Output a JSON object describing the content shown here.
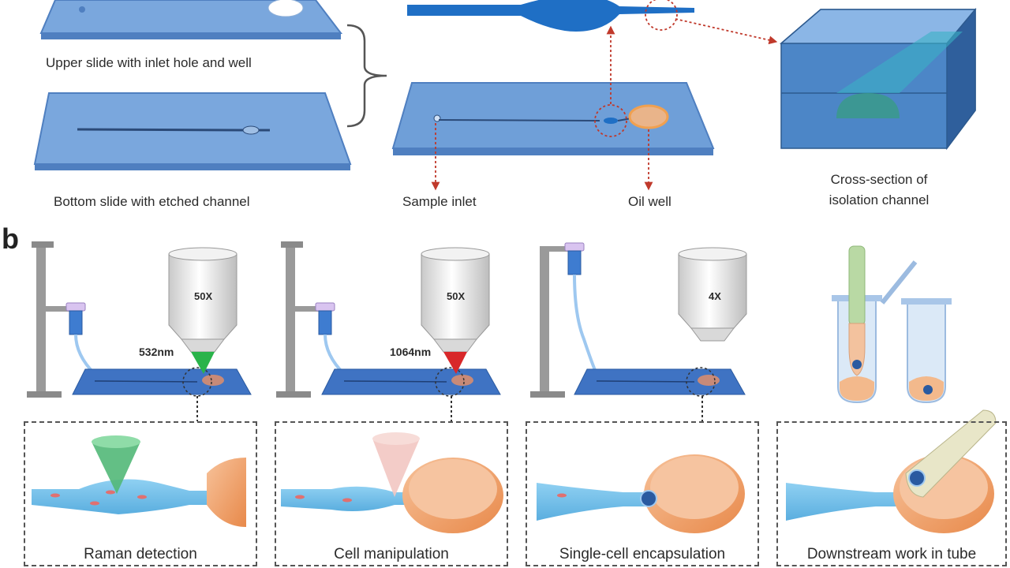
{
  "panel_a": {
    "upper_slide_label": "Upper slide with inlet hole and well",
    "bottom_slide_label": "Bottom slide with etched channel",
    "sample_inlet_label": "Sample inlet",
    "oil_well_label": "Oil well",
    "cross_section_label_line1": "Cross-section of",
    "cross_section_label_line2": "isolation channel"
  },
  "panel_b": {
    "letter": "b",
    "objectives": [
      "50X",
      "50X",
      "4X"
    ],
    "lasers": [
      "532nm",
      "1064nm"
    ],
    "captions": [
      "Raman detection",
      "Cell manipulation",
      "Single-cell encapsulation",
      "Downstream work in tube"
    ]
  },
  "colors": {
    "slide_blue": "#6f9fd8",
    "slide_dark": "#4f7fc0",
    "channel_blue": "#1f6fc5",
    "laser_green": "#29b34a",
    "laser_red": "#d8282a",
    "oil_orange": "#f2a56e",
    "arrow_red": "#c0392b"
  },
  "icons": [
    "syringe-icon",
    "objective-lens-icon",
    "tube-icon",
    "pipette-icon"
  ]
}
